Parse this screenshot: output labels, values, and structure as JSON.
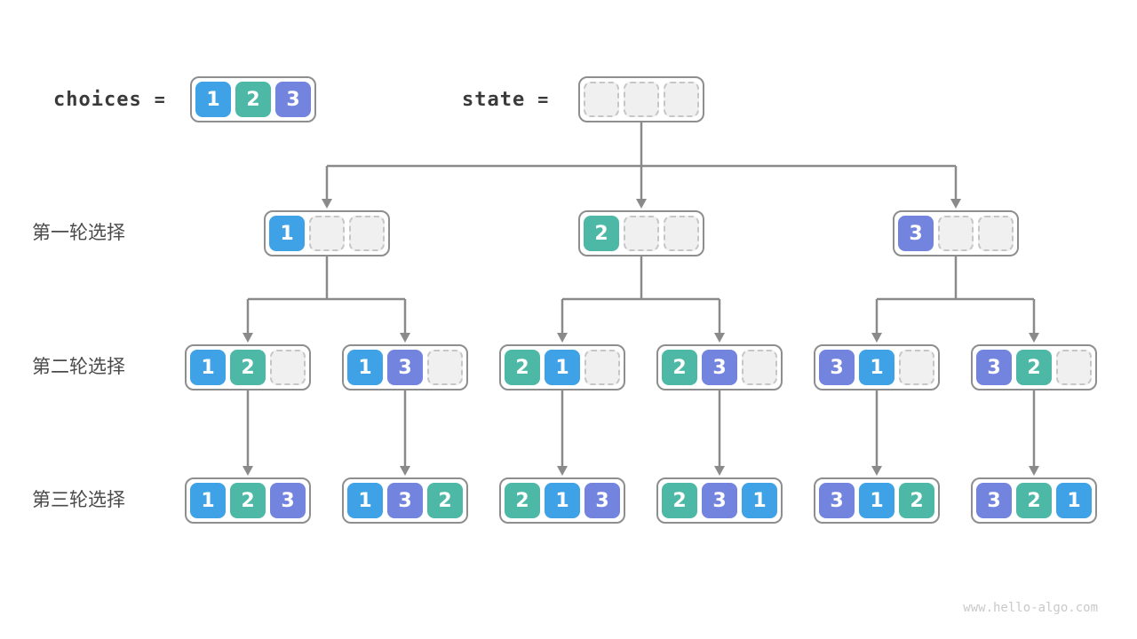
{
  "page": {
    "background": "#ffffff",
    "watermark": "www.hello-algo.com"
  },
  "palette": {
    "choice1": "#3FA2E6",
    "choice2": "#4DB8A6",
    "choice3": "#7384DF",
    "empty_fill": "#F0F0F0",
    "empty_border": "#C6C6C6",
    "node_border": "#8E8E8E",
    "arrow": "#8A8A8A",
    "keyword_text": "#3A3A3A",
    "row_label_text": "#4A4A4A",
    "watermark_text": "#C9C9C9"
  },
  "header": {
    "choices": {
      "label": "choices",
      "equals": "=",
      "cells": [
        "1",
        "2",
        "3"
      ]
    },
    "state": {
      "label": "state",
      "equals": "=",
      "cells": [
        "",
        "",
        ""
      ]
    }
  },
  "levels": [
    {
      "label": "第一轮选择",
      "nodes": [
        [
          "1",
          "",
          ""
        ],
        [
          "2",
          "",
          ""
        ],
        [
          "3",
          "",
          ""
        ]
      ]
    },
    {
      "label": "第二轮选择",
      "nodes": [
        [
          "1",
          "2",
          ""
        ],
        [
          "1",
          "3",
          ""
        ],
        [
          "2",
          "1",
          ""
        ],
        [
          "2",
          "3",
          ""
        ],
        [
          "3",
          "1",
          ""
        ],
        [
          "3",
          "2",
          ""
        ]
      ]
    },
    {
      "label": "第三轮选择",
      "nodes": [
        [
          "1",
          "2",
          "3"
        ],
        [
          "1",
          "3",
          "2"
        ],
        [
          "2",
          "1",
          "3"
        ],
        [
          "2",
          "3",
          "1"
        ],
        [
          "3",
          "1",
          "2"
        ],
        [
          "3",
          "2",
          "1"
        ]
      ]
    }
  ]
}
